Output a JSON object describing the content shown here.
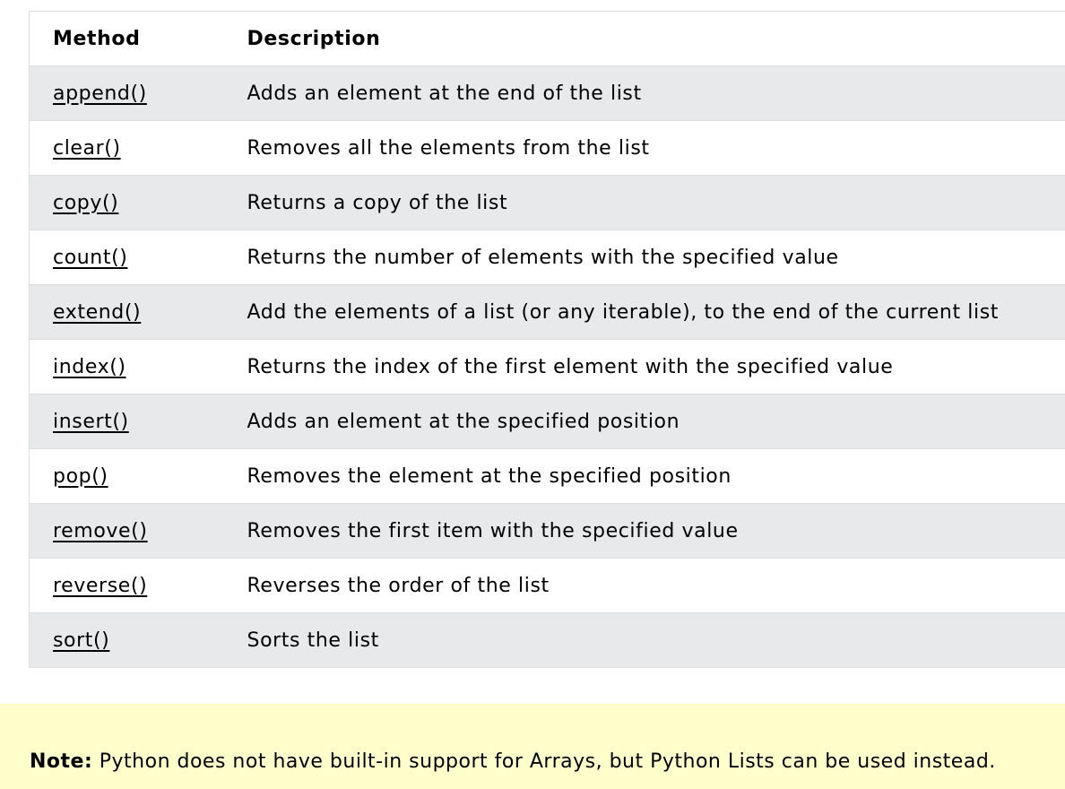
{
  "table": {
    "headers": {
      "method": "Method",
      "description": "Description"
    },
    "rows": [
      {
        "method": "append()",
        "description": "Adds an element at the end of the list"
      },
      {
        "method": "clear()",
        "description": "Removes all the elements from the list"
      },
      {
        "method": "copy()",
        "description": "Returns a copy of the list"
      },
      {
        "method": "count()",
        "description": "Returns the number of elements with the specified value"
      },
      {
        "method": "extend()",
        "description": "Add the elements of a list (or any iterable), to the end of the current list"
      },
      {
        "method": "index()",
        "description": "Returns the index of the first element with the specified value"
      },
      {
        "method": "insert()",
        "description": "Adds an element at the specified position"
      },
      {
        "method": "pop()",
        "description": "Removes the element at the specified position"
      },
      {
        "method": "remove()",
        "description": "Removes the first item with the specified value"
      },
      {
        "method": "reverse()",
        "description": "Reverses the order of the list"
      },
      {
        "method": "sort()",
        "description": "Sorts the list"
      }
    ]
  },
  "note": {
    "label": "Note:",
    "text": " Python does not have built-in support for Arrays, but Python Lists can be used instead."
  },
  "colors": {
    "stripe": "#e7e9eb",
    "note_background": "#ffffcc",
    "border": "#dddddd"
  }
}
